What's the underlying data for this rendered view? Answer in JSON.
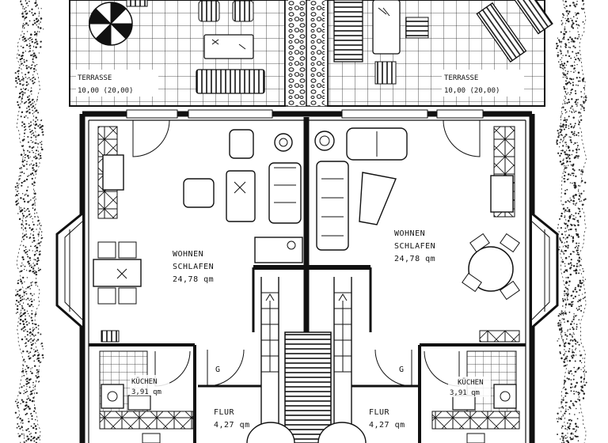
{
  "title": "",
  "left_unit": {
    "terrace": {
      "label": "TERRASSE",
      "area": "10,00 (20,00)"
    },
    "living": {
      "label1": "WOHNEN",
      "label2": "SCHLAFEN",
      "area": "24,78 qm"
    },
    "kitchen": {
      "label": "KÜCHEN",
      "area": "3,91 qm"
    },
    "hall": {
      "label": "FLUR",
      "area": "4,27 qm"
    },
    "wardrobe": {
      "label": "G"
    }
  },
  "right_unit": {
    "terrace": {
      "label": "TERRASSE",
      "area": "10,00 (20,00)"
    },
    "living": {
      "label1": "WOHNEN",
      "label2": "SCHLAFEN",
      "area": "24,78 qm"
    },
    "kitchen": {
      "label": "KÜCHEN",
      "area": "3,91 qm"
    },
    "hall": {
      "label": "FLUR",
      "area": "4,27 qm"
    },
    "wardrobe": {
      "label": "G"
    }
  },
  "colors": {
    "line": "#111111",
    "paper": "#ffffff",
    "hedge": "#222222"
  }
}
